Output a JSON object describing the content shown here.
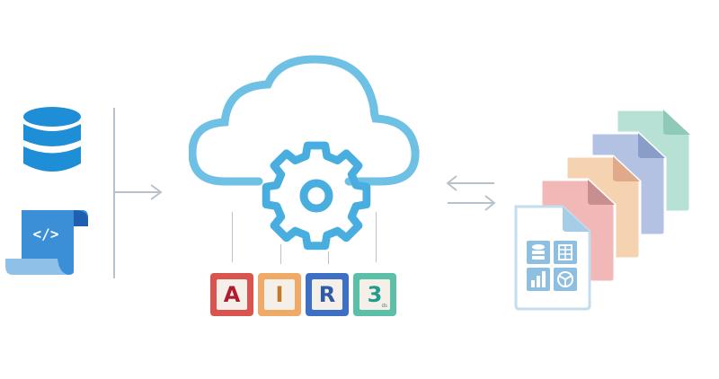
{
  "diagram": {
    "sources": [
      {
        "name": "database",
        "icon": "database-icon"
      },
      {
        "name": "code-script",
        "icon": "code-scroll-icon",
        "label": "</>"
      }
    ],
    "center": {
      "icon": "cloud-gear-icon"
    },
    "apps": [
      {
        "letter": "A",
        "color": "#d9534f",
        "text_color": "#b01c2e"
      },
      {
        "letter": "I",
        "color": "#eeaa66",
        "text_color": "#c27a2a"
      },
      {
        "letter": "R",
        "color": "#3d6fc4",
        "text_color": "#2f5aa8"
      },
      {
        "letter": "3",
        "sub": "ds",
        "color": "#5cbfa8",
        "text_color": "#1f9d8a"
      }
    ],
    "outputs": {
      "stack_colors": [
        "#f2b8b8",
        "#f6d3b0",
        "#b3c1e3",
        "#b7e1d4"
      ],
      "front_doc_icons": [
        "database-icon",
        "table-icon",
        "bar-chart-icon",
        "cube-icon"
      ]
    },
    "colors": {
      "cloud": "#6ec1e4",
      "gear": "#48aee0",
      "database": "#1e8ed6",
      "script": "#3a8fd6",
      "connector": "#b8c2cc"
    }
  }
}
